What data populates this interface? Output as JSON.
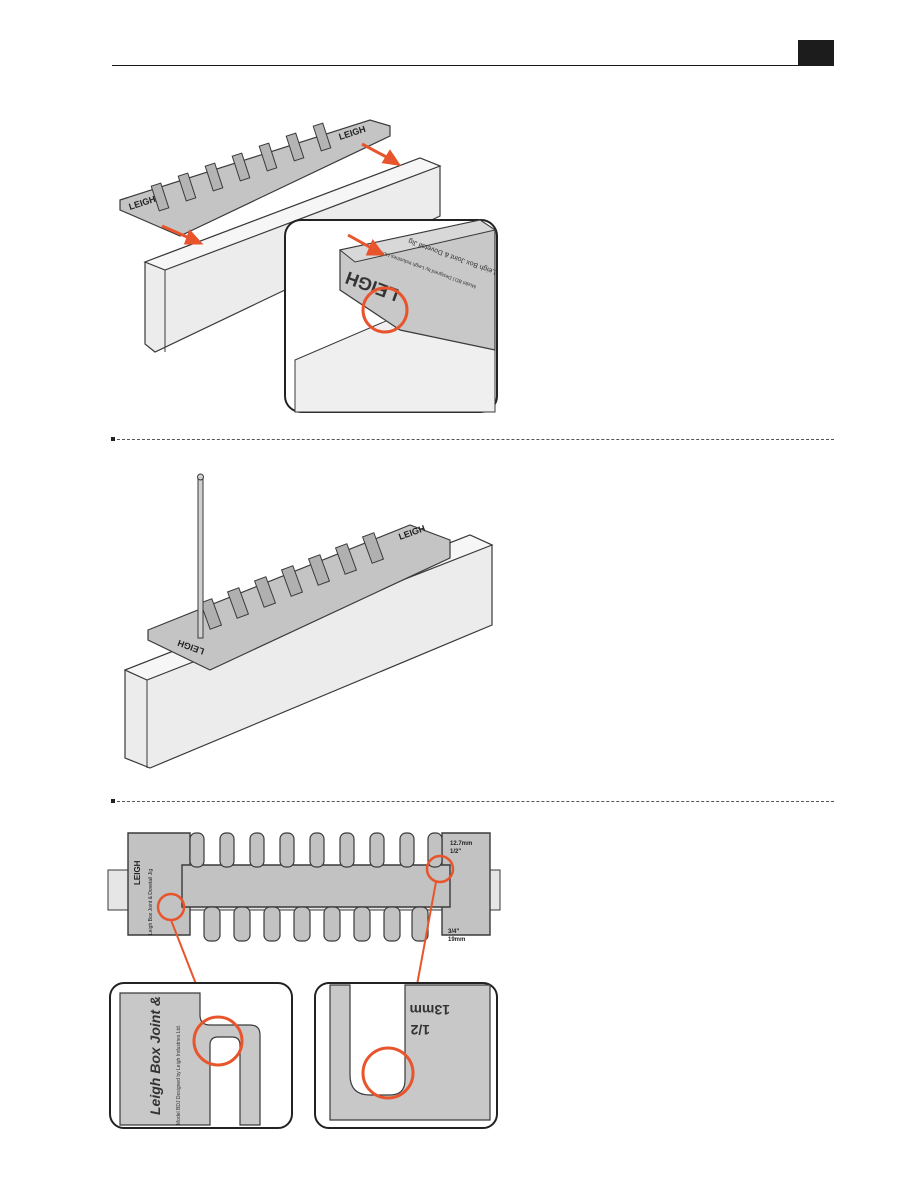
{
  "page": {
    "tab_label": "",
    "brand": "LEIGH"
  },
  "figure1": {
    "jig_text": "LEIGH",
    "detail_text_line": "Leigh Box Joint & Dovetail Jig",
    "detail_text_line2": "Model BDJ Designed by Leigh Industries Ltd."
  },
  "figure2": {
    "jig_text": "LEIGH"
  },
  "figure3": {
    "left_end_title": "Leigh Box Joint & Dovetail Jig",
    "left_end_model": "Model BDJ Designed by Leigh Industries Ltd.",
    "right_end_size_top": "1/2\"",
    "right_end_size_top_mm": "12.7mm",
    "right_end_size_bottom": "3/4\"",
    "right_end_size_bottom_mm": "19mm",
    "brand": "LEIGH",
    "zoom_left_title": "Leigh Box Joint &",
    "zoom_left_model": "Model BDJ Designed by Leigh Industries Ltd.",
    "zoom_right_fraction": "1/2",
    "zoom_right_mm": "13mm"
  },
  "colors": {
    "accent": "#e8542c",
    "outline": "#3a3a3a",
    "jig_fill": "#bfbfbf",
    "board_fill": "#ececec"
  }
}
